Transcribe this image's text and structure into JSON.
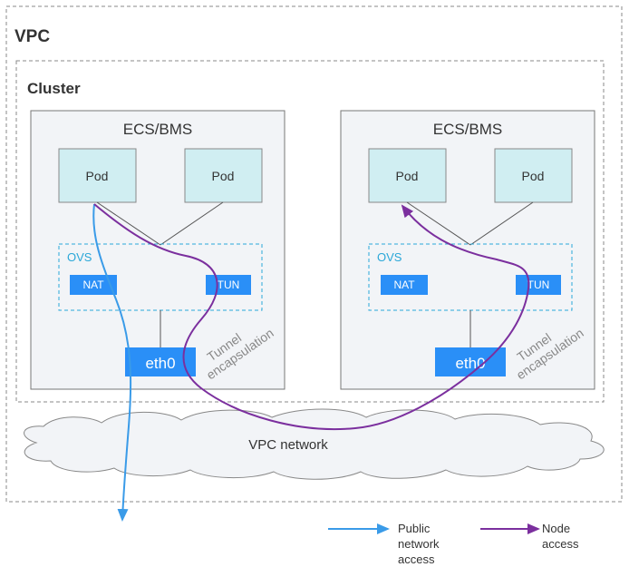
{
  "labels": {
    "vpc": "VPC",
    "cluster": "Cluster",
    "node_left": "ECS/BMS",
    "node_right": "ECS/BMS",
    "pod": "Pod",
    "ovs": "OVS",
    "nat": "NAT",
    "tun": "TUN",
    "eth0": "eth0",
    "tunnel_line1": "Tunnel",
    "tunnel_line2": "encapsulation",
    "vpc_network": "VPC network"
  },
  "legend": {
    "public_line1": "Public",
    "public_line2": "network",
    "public_line3": "access",
    "node_line1": "Node",
    "node_line2": "access"
  },
  "colors": {
    "pod_fill": "#d0eef2",
    "badge_fill": "#2a8ff7",
    "ovs_border": "#2aa7d8",
    "public_line": "#3a9be8",
    "node_line": "#7b2f9e",
    "text": "#333333",
    "ovs_text": "#2aa7d8"
  }
}
